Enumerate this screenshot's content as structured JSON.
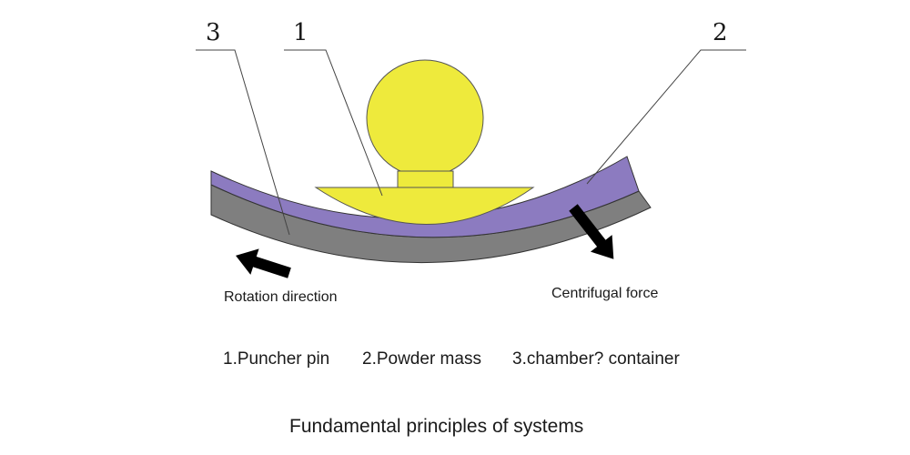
{
  "callouts": {
    "one": "1",
    "two": "2",
    "three": "3"
  },
  "labels": {
    "rotation": "Rotation direction",
    "centrifugal": "Centrifugal force"
  },
  "legend": {
    "item1": "1.Puncher pin",
    "item2": "2.Powder mass",
    "item3": "3.chamber? container"
  },
  "title": "Fundamental principles of systems",
  "colors": {
    "pin": "#eeea3c",
    "powder": "#8c7bc0",
    "chamber": "#7f7f7f",
    "arrow": "#000000"
  }
}
